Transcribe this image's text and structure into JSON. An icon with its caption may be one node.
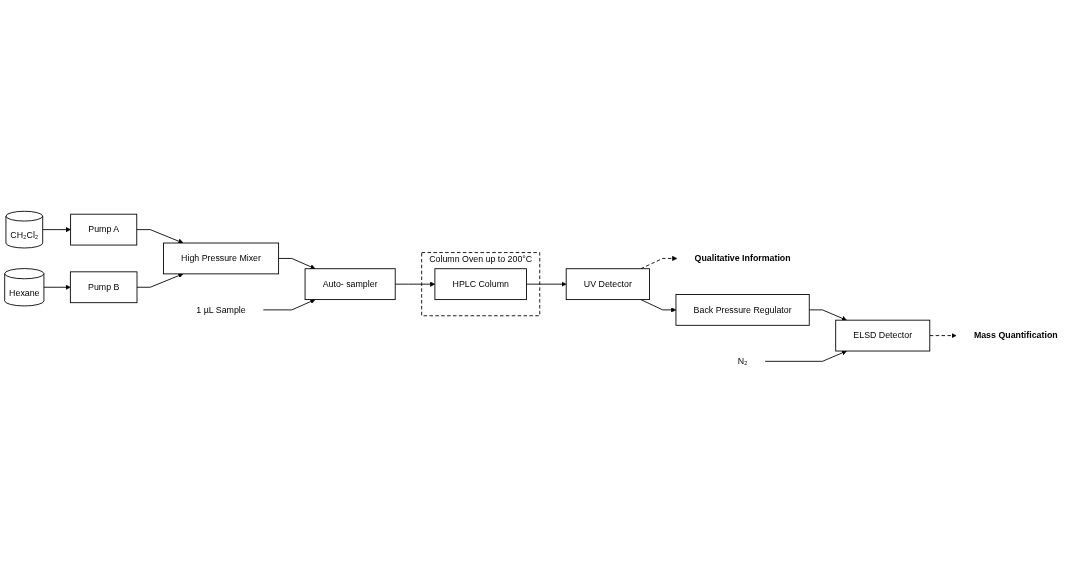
{
  "diagram": {
    "nodes": [
      {
        "text": [
          "High Pressure Mixer"
        ]
      },
      {
        "text": [
          "Auto- sampler"
        ]
      },
      {
        "text": [
          "Column Oven up to 200°C"
        ]
      },
      {
        "text": [
          "HPLC Column"
        ],
        "in": 2
      },
      {
        "text": [
          "Pump A"
        ]
      },
      {
        "text": [
          "Pump B"
        ]
      },
      {
        "text": [
          "CH₂Cl₂"
        ]
      },
      {
        "text": [
          "Hexane"
        ]
      },
      {
        "text": [
          "1 µL Sample"
        ]
      },
      {
        "text": [
          "UV Detector"
        ]
      },
      {
        "text": [
          "Qualitative Information"
        ]
      },
      {
        "text": [
          "Back Pressure Regulator"
        ]
      },
      {
        "text": [
          "ELSD Detector"
        ]
      },
      {
        "text": [
          "Mass Quantification"
        ]
      },
      {
        "text": [
          "N₂"
        ]
      }
    ],
    "edges": [
      {
        "from": 6,
        "to": 4,
        "arrow": "to"
      },
      {
        "from": 7,
        "to": 5,
        "arrow": "to"
      },
      {
        "from": 4,
        "to": 0,
        "arrow": "to"
      },
      {
        "from": 5,
        "to": 0,
        "arrow": "to"
      },
      {
        "from": 0,
        "to": 1,
        "arrow": "to"
      },
      {
        "from": 8,
        "to": 1,
        "arrow": "to"
      },
      {
        "from": 1,
        "to": 3,
        "arrow": "to"
      },
      {
        "from": 3,
        "to": 9,
        "arrow": "to"
      },
      {
        "from": 9,
        "to": 10,
        "arrow": "to",
        "style": "dashed"
      },
      {
        "from": 9,
        "to": 11,
        "arrow": "to"
      },
      {
        "from": 11,
        "to": 12,
        "arrow": "to"
      },
      {
        "from": 12,
        "to": 13,
        "arrow": "to",
        "style": "dashed"
      },
      {
        "from": 14,
        "to": 12,
        "arrow": "to"
      }
    ]
  }
}
